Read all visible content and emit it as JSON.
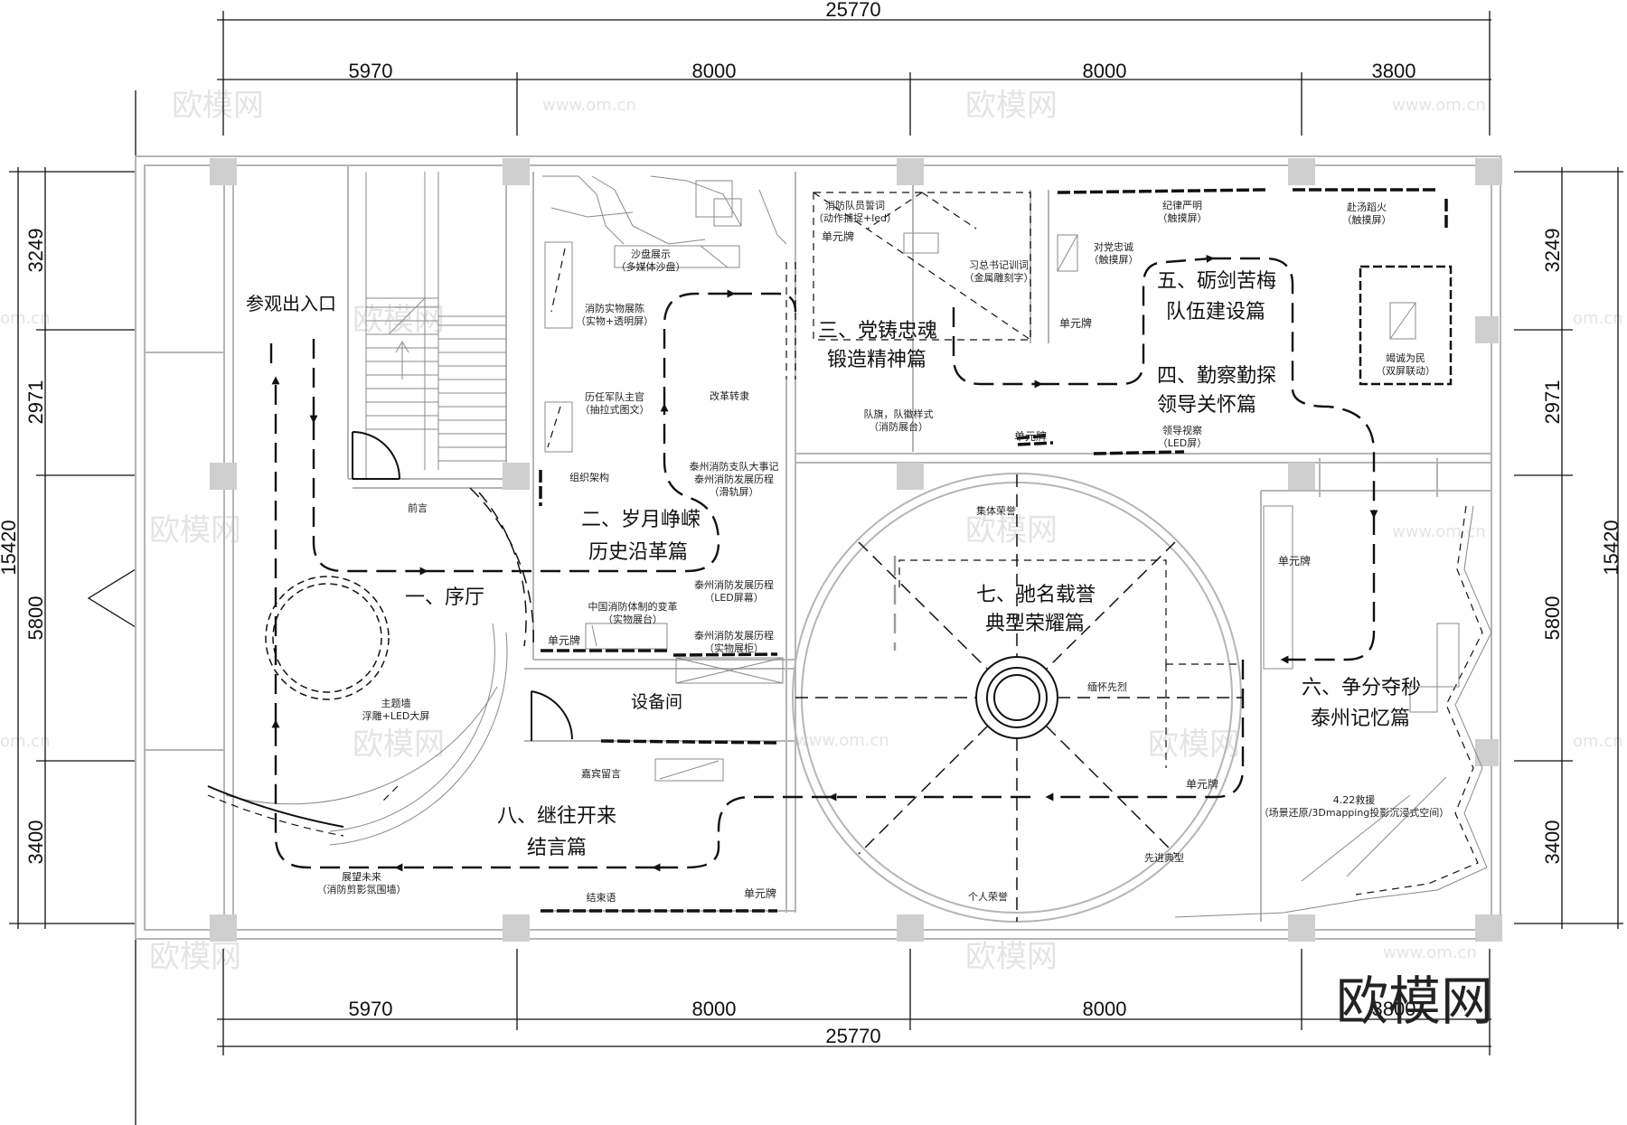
{
  "dimensions": {
    "top_total": "25770",
    "top_segments": [
      "5970",
      "8000",
      "8000",
      "3800"
    ],
    "bottom_total": "25770",
    "bottom_segments": [
      "5970",
      "8000",
      "8000",
      "3800"
    ],
    "left_total": "15420",
    "left_segments": [
      "3249",
      "2971",
      "5800",
      "3400"
    ],
    "right_total": "15420",
    "right_segments": [
      "3249",
      "2971",
      "5800",
      "3400"
    ]
  },
  "entrance": "参观出入口",
  "zones": {
    "z1": "一、序厅",
    "z2_line1": "二、岁月峥嵘",
    "z2_line2": "历史沿革篇",
    "z3_line1": "三、党铸忠魂",
    "z3_line2": "锻造精神篇",
    "z4_line1": "四、勤察勤探",
    "z4_line2": "领导关怀篇",
    "z5_line1": "五、砺剑苦梅",
    "z5_line2": "队伍建设篇",
    "z6_line1": "六、争分夺秒",
    "z6_line2": "泰州记忆篇",
    "z7_line1": "七、驰名载誉",
    "z7_line2": "典型荣耀篇",
    "z8_line1": "八、继往开来",
    "z8_line2": "结言篇",
    "equipment": "设备间"
  },
  "labels": {
    "sandtable_1": "沙盘展示",
    "sandtable_2": "（多媒体沙盘）",
    "objects_1": "消防实物展陈",
    "objects_2": "（实物+透明屏）",
    "officers_1": "历任军队主官",
    "officers_2": "（抽拉式图文）",
    "org": "组织架构",
    "reform": "改革转隶",
    "events_1": "泰州消防支队大事记",
    "events_2": "泰州消防发展历程",
    "events_3": "（滑轨屏）",
    "dev_led_1": "泰州消防发展历程",
    "dev_led_2": "（LED屏幕）",
    "china_1": "中国消防体制的变革",
    "china_2": "（实物展台）",
    "dev_obj_1": "泰州消防发展历程",
    "dev_obj_2": "（实物展柜）",
    "unit": "单元牌",
    "foreword": "前言",
    "theme_1": "主题墙",
    "theme_2": "浮雕+LED大屏",
    "guest": "嘉宾留言",
    "future_1": "展望未来",
    "future_2": "（消防剪影氛围墙）",
    "closing": "结束语",
    "oath_1": "消防队员誓词",
    "oath_2": "（动作捕捉+led）",
    "xi_1": "习总书记训词",
    "xi_2": "（金属雕刻字）",
    "flag_1": "队旗，队徽样式",
    "flag_2": "（消防展台）",
    "loyal_1": "对党忠诚",
    "loyal_2": "（触摸屏）",
    "discipline_1": "纪律严明",
    "discipline_2": "（触摸屏）",
    "fire_1": "赴汤蹈火",
    "fire_2": "（触摸屏）",
    "inspect_1": "领导视察",
    "inspect_2": "（LED屏）",
    "people_1": "竭诚为民",
    "people_2": "（双屏联动）",
    "collective": "集体荣誉",
    "martyr": "缅怀先烈",
    "advanced": "先进典型",
    "personal": "个人荣誉",
    "rescue_1": "4.22救援",
    "rescue_2": "（场景还原/3Dmapping投影沉浸式空间）"
  },
  "watermarks": {
    "logo": "欧模网",
    "url": "www.om.cn",
    "url_edge": "om.cn"
  },
  "brand": "欧模网"
}
